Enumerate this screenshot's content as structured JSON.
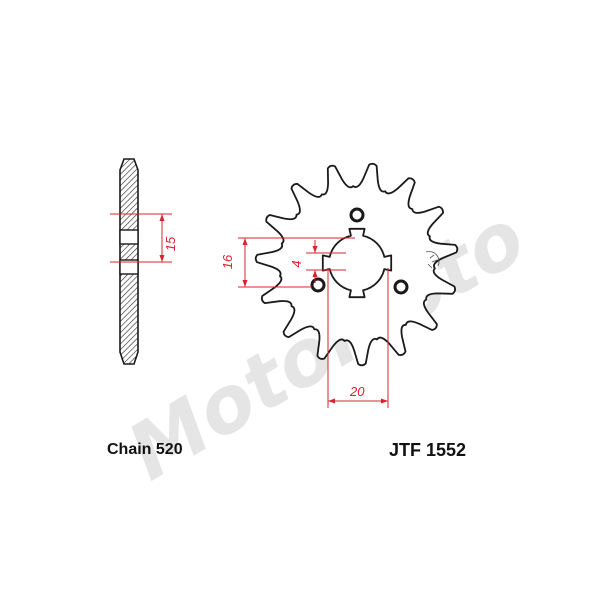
{
  "chain_label": "Chain 520",
  "part_number": "JTF 1552",
  "watermark": "MotoMoto",
  "dimensions": {
    "side_width": "15",
    "hub_height": "16",
    "spline_width": "4",
    "bore_width": "20"
  },
  "colors": {
    "outline": "#1a1a1a",
    "fill": "#ffffff",
    "dimension": "#d9232e",
    "hatch": "#1a1a1a",
    "watermark": "#dcdcdc"
  },
  "sprocket": {
    "teeth": 15
  }
}
